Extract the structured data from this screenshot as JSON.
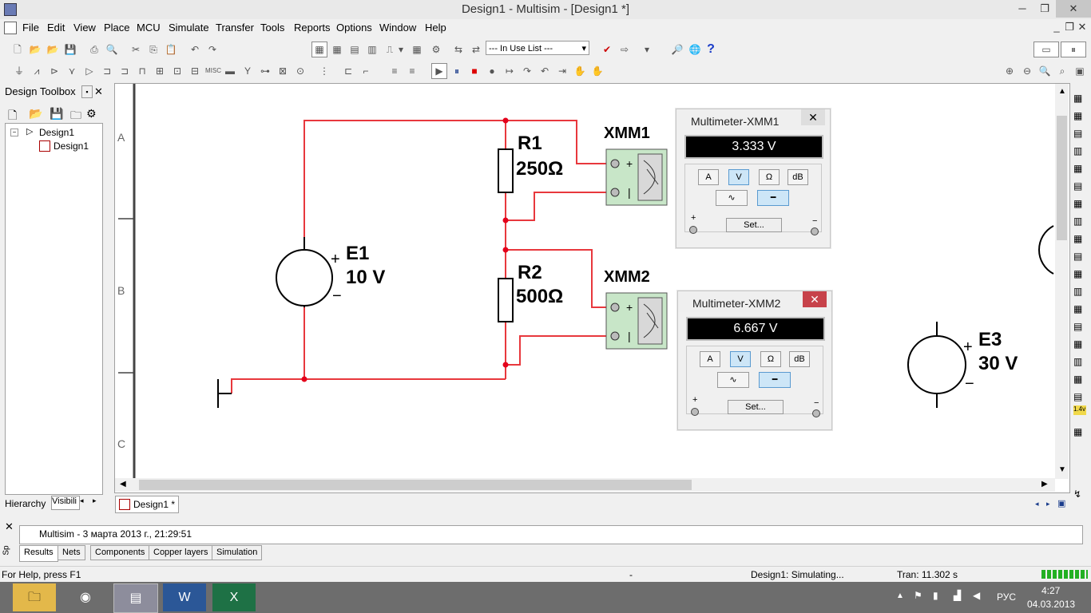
{
  "window": {
    "title": "Design1 - Multisim - [Design1 *]",
    "minimize": "─",
    "restore": "❐",
    "close": "✕"
  },
  "menu": [
    "File",
    "Edit",
    "View",
    "Place",
    "MCU",
    "Simulate",
    "Transfer",
    "Tools",
    "Reports",
    "Options",
    "Window",
    "Help"
  ],
  "toolbar": {
    "in_use_list": "--- In Use List ---"
  },
  "toolbox": {
    "title": "Design Toolbox",
    "tree_root": "Design1",
    "tree_child": "Design1",
    "tab_hierarchy": "Hierarchy",
    "tab_visibility": "Visibili"
  },
  "sheet_rows": [
    "A",
    "B",
    "C"
  ],
  "circuit": {
    "e1_name": "E1",
    "e1_value": "10 V",
    "r1_name": "R1",
    "r1_value": "250Ω",
    "r2_name": "R2",
    "r2_value": "500Ω",
    "xmm1": "XMM1",
    "xmm2": "XMM2",
    "e3_name": "E3",
    "e3_value": "30 V",
    "plus": "+",
    "minus": "−"
  },
  "multimeters": [
    {
      "title": "Multimeter-XMM1",
      "reading": "3.333 V",
      "modes": [
        "A",
        "V",
        "Ω",
        "dB"
      ],
      "active_mode": "V",
      "set": "Set...",
      "plus": "+",
      "minus": "−"
    },
    {
      "title": "Multimeter-XMM2",
      "reading": "6.667 V",
      "modes": [
        "A",
        "V",
        "Ω",
        "dB"
      ],
      "active_mode": "V",
      "set": "Set...",
      "plus": "+",
      "minus": "−"
    }
  ],
  "doc_tab": "Design1 *",
  "spreadsheet": {
    "log": "Multisim  -  3 марта 2013 г., 21:29:51",
    "tabs": [
      "Results",
      "Nets",
      "Components",
      "Copper layers",
      "Simulation"
    ],
    "side_label": "Sp"
  },
  "status": {
    "help": "For Help, press F1",
    "dash": "-",
    "simulating": "Design1: Simulating...",
    "tran": "Tran: 11.302 s"
  },
  "taskbar": {
    "lang": "РУС",
    "time": "4:27",
    "date": "04.03.2013"
  },
  "colors": {
    "wire": "#e8383d",
    "junction": "#e4001b",
    "component": "#000000",
    "instrument": "#c8e6c8"
  }
}
